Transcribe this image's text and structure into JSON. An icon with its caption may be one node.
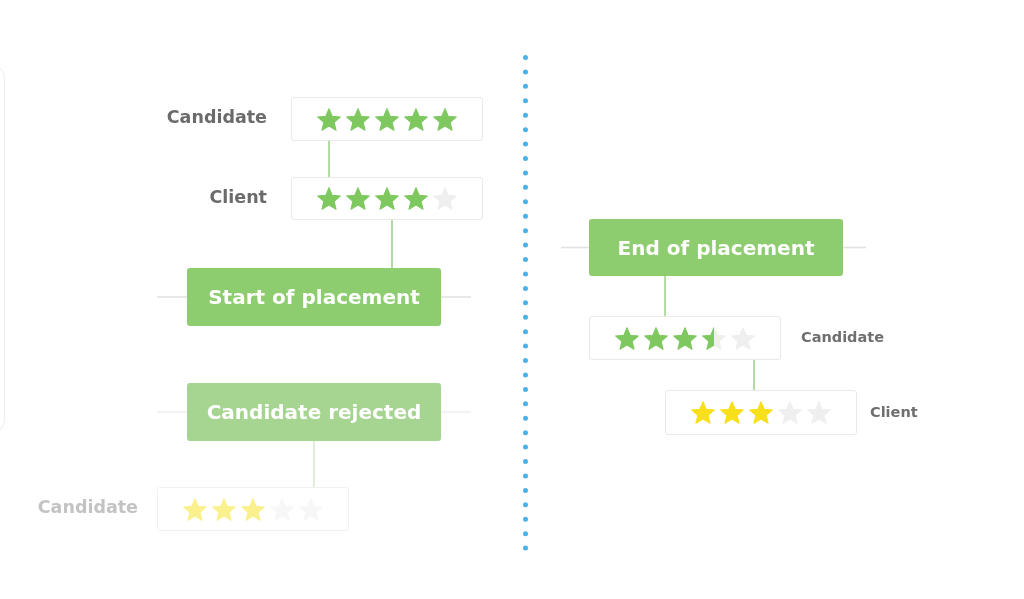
{
  "diagram": {
    "nodes": [
      {
        "text": [],
        "shape": "box",
        "beside": [
          "Candidate"
        ]
      },
      {
        "text": [],
        "shape": "box",
        "beside": [
          "Client"
        ]
      },
      {
        "text": [
          "Start of placement"
        ]
      },
      {
        "text": [
          "Candidate rejected"
        ]
      },
      {
        "text": [],
        "shape": "box",
        "beside": [
          "Candidate"
        ]
      },
      {
        "text": [
          "End of placement"
        ]
      },
      {
        "text": [],
        "shape": "box",
        "beside": [
          "Candidate"
        ]
      },
      {
        "text": [],
        "shape": "box",
        "beside": [
          "Client"
        ]
      }
    ],
    "edges": [
      {
        "from": 0,
        "to": 1,
        "arrow": "none"
      },
      {
        "from": 1,
        "to": 2,
        "arrow": "none"
      },
      {
        "from": null,
        "to": 2,
        "arrow": "none",
        "color": "#e2e2e2"
      },
      {
        "from": 2,
        "to": null,
        "arrow": "none",
        "color": "#e2e2e2"
      },
      {
        "from": null,
        "to": 3,
        "arrow": "none",
        "color": "#f0f0f0"
      },
      {
        "from": 3,
        "to": null,
        "arrow": "none",
        "color": "#f0f0f0"
      },
      {
        "from": 3,
        "to": 4,
        "arrow": "none",
        "color": "#d6ecca"
      },
      {
        "from": null,
        "to": 5,
        "arrow": "none",
        "color": "#e2e2e2"
      },
      {
        "from": 5,
        "to": null,
        "arrow": "none",
        "color": "#e2e2e2"
      },
      {
        "from": 5,
        "to": 6,
        "arrow": "none"
      },
      {
        "from": 6,
        "to": 7,
        "arrow": "none"
      }
    ]
  }
}
